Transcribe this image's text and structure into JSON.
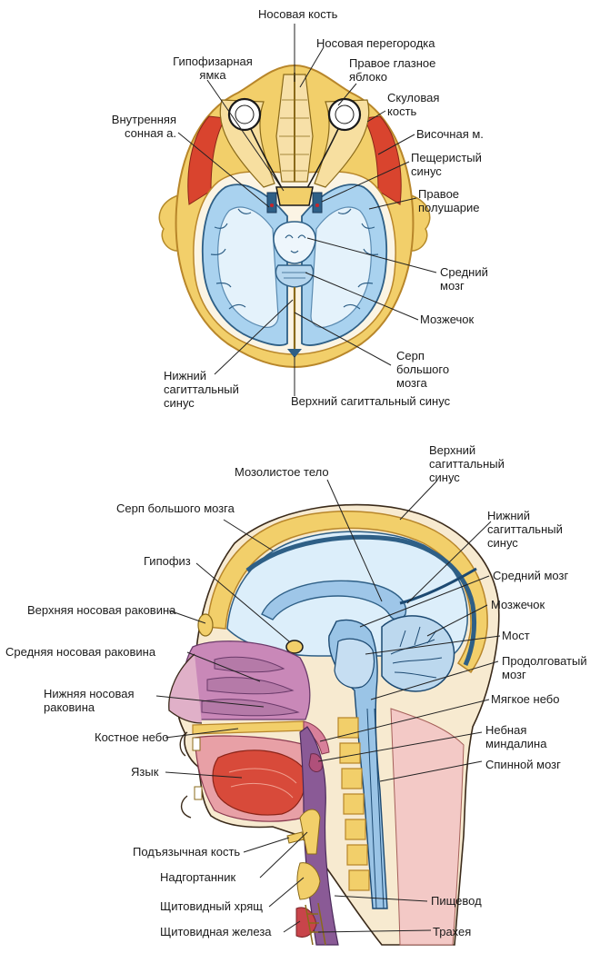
{
  "axial": {
    "labels": {
      "nasal_bone": "Носовая кость",
      "nasal_septum": "Носовая перегородка",
      "pituitary_fossa": [
        "Гипофизарная",
        "ямка"
      ],
      "right_eyeball": [
        "Правое глазное",
        "яблоко"
      ],
      "internal_carotid": [
        "Внутренняя",
        "сонная а."
      ],
      "zygomatic_bone": [
        "Скуловая",
        "кость"
      ],
      "temporal_muscle": "Височная м.",
      "cavernous_sinus": [
        "Пещеристый",
        "синус"
      ],
      "right_hemisphere": [
        "Правое",
        "полушарие"
      ],
      "midbrain": [
        "Средний",
        "мозг"
      ],
      "cerebellum": "Мозжечок",
      "falx_cerebri": [
        "Серп",
        "большого",
        "мозга"
      ],
      "inferior_sagittal_sinus": [
        "Нижний",
        "сагиттальный",
        "синус"
      ],
      "superior_sagittal_sinus": "Верхний сагиттальный синус"
    }
  },
  "sagittal": {
    "labels": {
      "superior_sagittal_sinus": [
        "Верхний",
        "сагиттальный",
        "синус"
      ],
      "corpus_callosum": "Мозолистое тело",
      "falx_cerebri": "Серп большого мозга",
      "inferior_sagittal_sinus": [
        "Нижний",
        "сагиттальный",
        "синус"
      ],
      "pituitary": "Гипофиз",
      "midbrain": "Средний мозг",
      "superior_concha": "Верхняя носовая раковина",
      "cerebellum": "Мозжечок",
      "pons": "Мост",
      "middle_concha": "Средняя носовая раковина",
      "medulla": [
        "Продолговатый",
        "мозг"
      ],
      "inferior_concha": [
        "Нижняя носовая",
        "раковина"
      ],
      "soft_palate": "Мягкое небо",
      "hard_palate": "Костное небо",
      "palatine_tonsil": [
        "Небная",
        "миндалина"
      ],
      "tongue": "Язык",
      "spinal_cord": "Спинной мозг",
      "hyoid_bone": "Подъязычная кость",
      "epiglottis": "Надгортанник",
      "thyroid_cartilage": "Щитовидный хрящ",
      "esophagus": "Пищевод",
      "thyroid_gland": "Щитовидная железа",
      "trachea": "Трахея"
    }
  },
  "colors": {
    "bone": "#f2cf6a",
    "bone_dark": "#d9a83a",
    "brain_blue": "#a9d2ef",
    "brain_pale": "#e4f2fb",
    "muscle_red": "#d9442e",
    "mucosa_pink": "#d8809a",
    "mucosa_purple": "#9a6aa8",
    "skin": "#f7ead0",
    "line": "#222222"
  }
}
